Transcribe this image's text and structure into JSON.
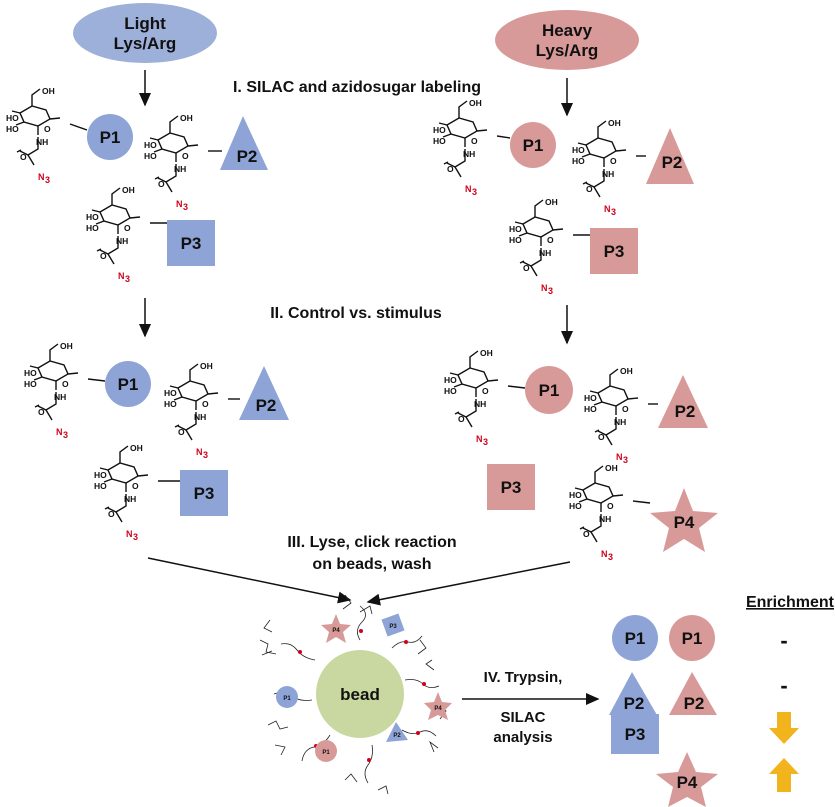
{
  "groups": {
    "light": {
      "line1": "Light",
      "line2": "Lys/Arg",
      "color": "#9db0d9"
    },
    "heavy": {
      "line1": "Heavy",
      "line2": "Lys/Arg",
      "color": "#d79a98"
    }
  },
  "steps": {
    "step1": "I. SILAC and azidosugar labeling",
    "step2": "II. Control vs. stimulus",
    "step3_line1": "III. Lyse, click reaction",
    "step3_line2": "on beads, wash",
    "step4_line1": "IV. Trypsin,",
    "step4_line2": "SILAC",
    "step4_line3": "analysis"
  },
  "proteins": {
    "p1": "P1",
    "p2": "P2",
    "p3": "P3",
    "p4": "P4"
  },
  "sugar": {
    "oh": "OH",
    "ho": "HO",
    "o": "O",
    "nh": "NH",
    "n3": "N",
    "n3_sub": "3"
  },
  "bead": {
    "label": "bead",
    "color": "#c8d8a0"
  },
  "enrichment": {
    "header": "Enrichment",
    "rows": [
      {
        "protein": "P1",
        "symbol": "-"
      },
      {
        "protein": "P2",
        "symbol": "-"
      },
      {
        "protein": "P3",
        "symbol": "down-arrow-icon"
      },
      {
        "protein": "P4",
        "symbol": "up-arrow-icon"
      }
    ],
    "arrow_color": "#f2b41d"
  }
}
